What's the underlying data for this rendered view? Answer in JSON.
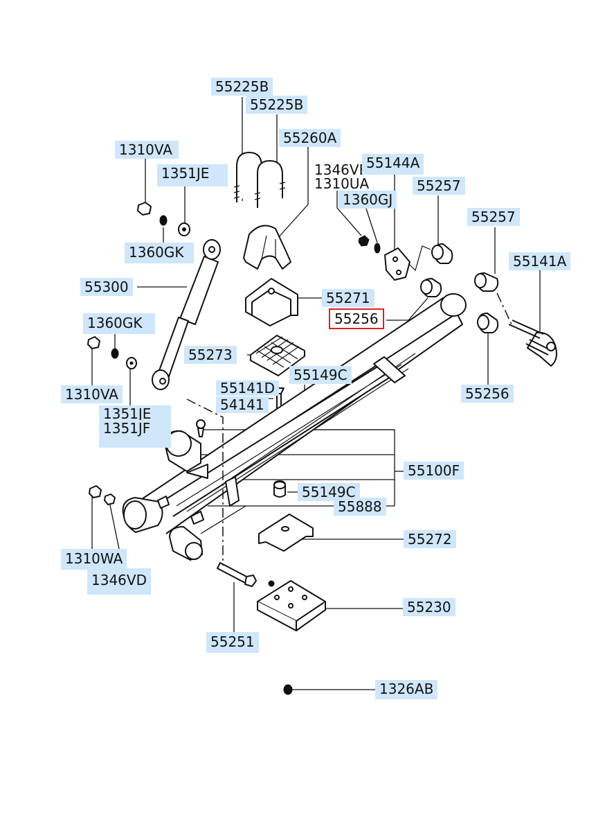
{
  "parts": {
    "p55225B_1": "55225B",
    "p55225B_2": "55225B",
    "p55260A": "55260A",
    "p1310VA_1": "1310VA",
    "p1351JE_1": "1351JE",
    "p1346VB": "1346VB",
    "p1310UA": "1310UA",
    "p55144A": "55144A",
    "p55257_1": "55257",
    "p1360GJ": "1360GJ",
    "p1360GK_1": "1360GK",
    "p55257_2": "55257",
    "p55141A": "55141A",
    "p55300": "55300",
    "p55271": "55271",
    "p55256_selected": "55256",
    "p1360GK_2": "1360GK",
    "p55273": "55273",
    "p55141D": "55141D",
    "p54141": "54141",
    "p55149C_1": "55149C",
    "p55256_2": "55256",
    "p1310VA_2": "1310VA",
    "p1351JE_2": "1351JE",
    "p1351JF": "1351JF",
    "p55100F": "55100F",
    "p55149C_2": "55149C",
    "p55888": "55888",
    "p55272": "55272",
    "p1310WA": "1310WA",
    "p1346VD": "1346VD",
    "p55230": "55230",
    "p55251": "55251",
    "p1326AB": "1326AB"
  },
  "colors": {
    "label_bg": "#cfe6fb",
    "selected_border": "#e02020"
  },
  "selected_part": "55256"
}
